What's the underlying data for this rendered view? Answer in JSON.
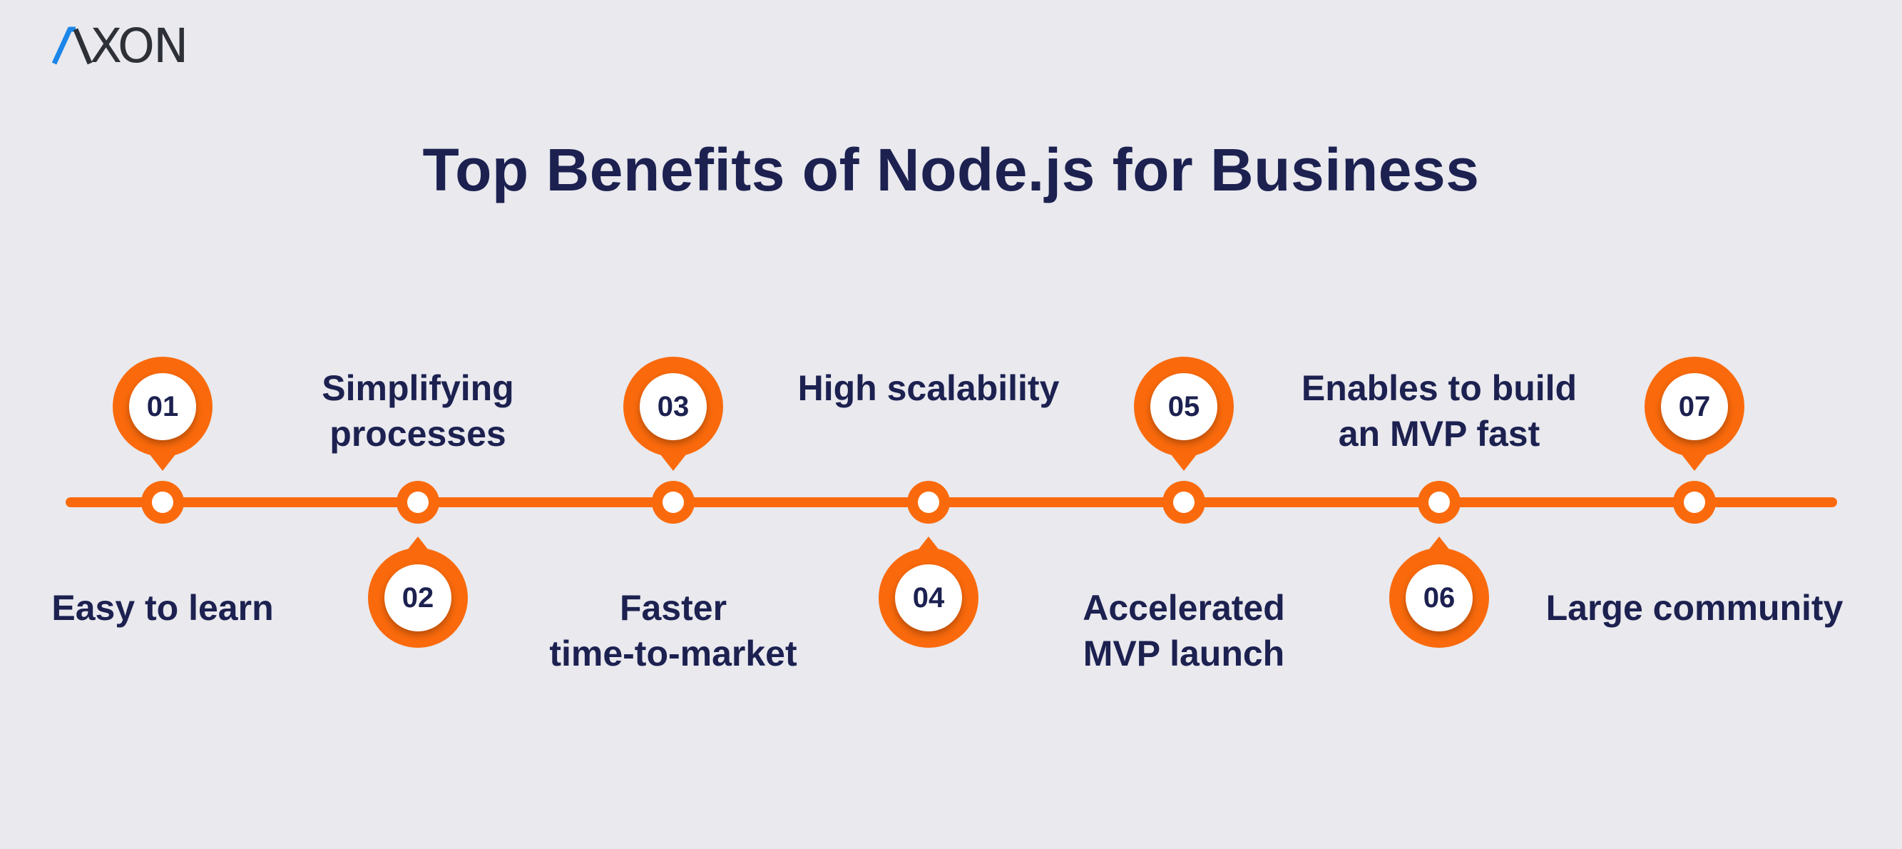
{
  "brand": {
    "name": "XON"
  },
  "title": "Top Benefits of Node.js for Business",
  "colors": {
    "accent": "#fa6a0c",
    "text": "#1c2150",
    "background": "#e9e9ee",
    "logo_blue": "#1b86e8"
  },
  "benefits": [
    {
      "number": "01",
      "line1": "Easy to learn",
      "line2": ""
    },
    {
      "number": "02",
      "line1": "Simplifying",
      "line2": "processes"
    },
    {
      "number": "03",
      "line1": "Faster",
      "line2": "time-to-market"
    },
    {
      "number": "04",
      "line1": "High scalability",
      "line2": ""
    },
    {
      "number": "05",
      "line1": "Accelerated",
      "line2": "MVP launch"
    },
    {
      "number": "06",
      "line1": "Enables to build",
      "line2": "an MVP fast"
    },
    {
      "number": "07",
      "line1": "Large community",
      "line2": ""
    }
  ]
}
